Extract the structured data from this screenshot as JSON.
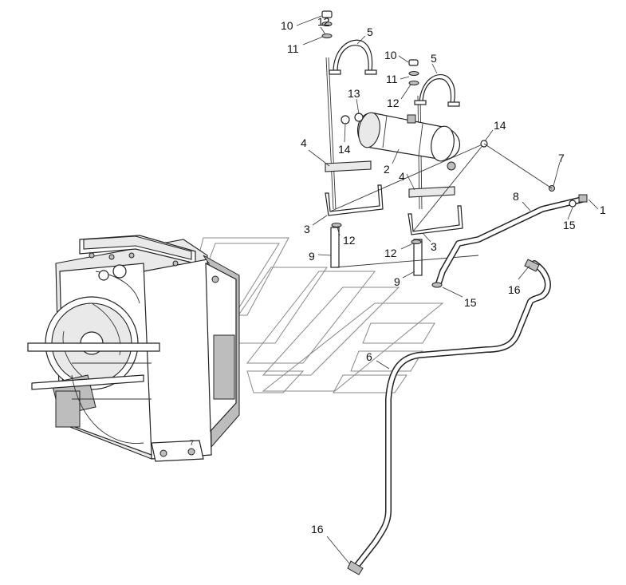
{
  "callouts": [
    {
      "id": "c10a",
      "text": "10"
    },
    {
      "id": "c12a",
      "text": "12"
    },
    {
      "id": "c11a",
      "text": "11"
    },
    {
      "id": "c5a",
      "text": "5"
    },
    {
      "id": "c10b",
      "text": "10"
    },
    {
      "id": "c5b",
      "text": "5"
    },
    {
      "id": "c11b",
      "text": "11"
    },
    {
      "id": "c13",
      "text": "13"
    },
    {
      "id": "c12b",
      "text": "12"
    },
    {
      "id": "c14a",
      "text": "14"
    },
    {
      "id": "c14b",
      "text": "14"
    },
    {
      "id": "c4a",
      "text": "4"
    },
    {
      "id": "c2",
      "text": "2"
    },
    {
      "id": "c4b",
      "text": "4"
    },
    {
      "id": "c7",
      "text": "7"
    },
    {
      "id": "c8",
      "text": "8"
    },
    {
      "id": "c1",
      "text": "1"
    },
    {
      "id": "c15a",
      "text": "15"
    },
    {
      "id": "c3a",
      "text": "3"
    },
    {
      "id": "c12c",
      "text": "12"
    },
    {
      "id": "c3b",
      "text": "3"
    },
    {
      "id": "c9a",
      "text": "9"
    },
    {
      "id": "c12d",
      "text": "12"
    },
    {
      "id": "c16a",
      "text": "16"
    },
    {
      "id": "c9b",
      "text": "9"
    },
    {
      "id": "c15b",
      "text": "15"
    },
    {
      "id": "c6",
      "text": "6"
    },
    {
      "id": "c16b",
      "text": "16"
    }
  ]
}
